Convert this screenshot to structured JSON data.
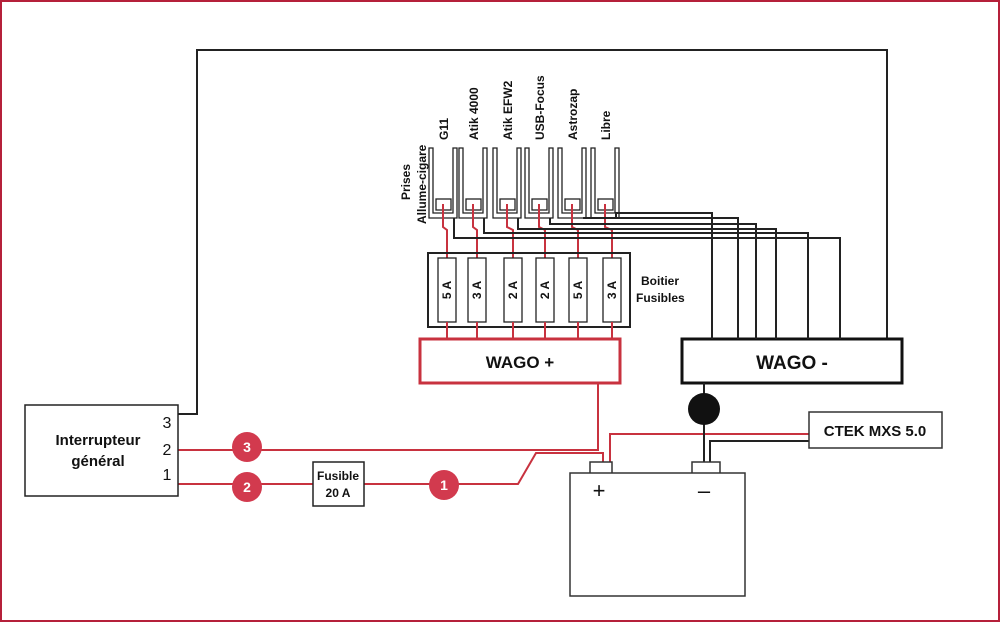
{
  "colors": {
    "positive_wire": "#c8323f",
    "negative_wire": "#222222",
    "badge": "#d23a4e",
    "frame": "#b5203a"
  },
  "sockets": {
    "group_label_line1": "Prises",
    "group_label_line2": "Allume-cigare",
    "items": [
      {
        "label": "G11",
        "fuse": "5 A"
      },
      {
        "label": "Atik 4000",
        "fuse": "3 A"
      },
      {
        "label": "Atik EFW2",
        "fuse": "2 A"
      },
      {
        "label": "USB-Focus",
        "fuse": "2 A"
      },
      {
        "label": "Astrozap",
        "fuse": "5 A"
      },
      {
        "label": "Libre",
        "fuse": "3 A"
      }
    ]
  },
  "fuse_box": {
    "label_line1": "Boitier",
    "label_line2": "Fusibles"
  },
  "wago_plus": {
    "label": "WAGO +"
  },
  "wago_minus": {
    "label": "WAGO -"
  },
  "switch": {
    "label_line1": "Interrupteur",
    "label_line2": "général",
    "terminals": [
      "3",
      "2",
      "1"
    ]
  },
  "main_fuse": {
    "label_line1": "Fusible",
    "label_line2": "20 A"
  },
  "badges": [
    "1",
    "2",
    "3"
  ],
  "charger": {
    "label": "CTEK MXS 5.0"
  },
  "battery": {
    "plus": "+",
    "minus": "–"
  }
}
